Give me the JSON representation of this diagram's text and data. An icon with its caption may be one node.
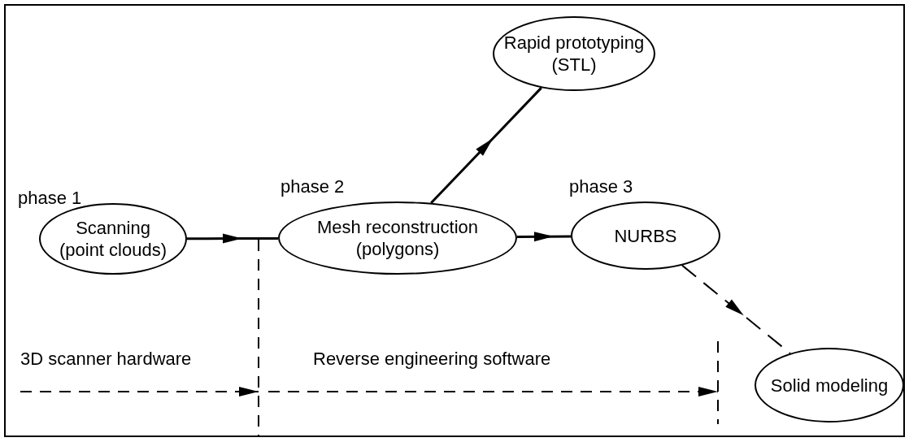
{
  "diagram": {
    "nodes": [
      {
        "text": [
          "Scanning (point clouds)"
        ],
        "beside": [
          "phase 1"
        ]
      },
      {
        "text": [
          "Mesh reconstruction (polygons)"
        ],
        "beside": [
          "phase 2"
        ]
      },
      {
        "text": [
          "Rapid prototyping (STL)"
        ]
      },
      {
        "text": [
          "NURBS"
        ],
        "beside": [
          "phase 3"
        ]
      },
      {
        "text": [
          "Solid modeling"
        ]
      }
    ],
    "edges": [
      {
        "from": 0,
        "to": 1,
        "arrow": "to"
      },
      {
        "from": 1,
        "to": 2,
        "arrow": "to"
      },
      {
        "from": 1,
        "to": 3,
        "arrow": "to"
      },
      {
        "from": 3,
        "to": 4,
        "arrow": "to",
        "style": "dashed"
      }
    ],
    "labels": [
      "3D scanner hardware",
      "Reverse engineering software"
    ]
  }
}
